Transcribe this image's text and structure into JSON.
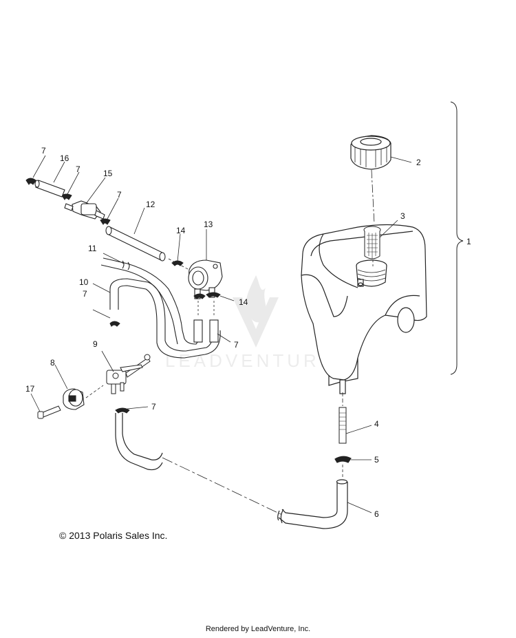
{
  "callouts": {
    "c1": "1",
    "c2": "2",
    "c3": "3",
    "c4": "4",
    "c5": "5",
    "c6": "6",
    "c7": "7",
    "c8": "8",
    "c9": "9",
    "c10": "10",
    "c11": "11",
    "c12": "12",
    "c13": "13",
    "c14": "14",
    "c15": "15",
    "c16": "16",
    "c17": "17"
  },
  "watermark": {
    "text": "LEADVENTURE"
  },
  "copyright": "© 2013 Polaris Sales Inc.",
  "footer": "Rendered by LeadVenture, Inc."
}
